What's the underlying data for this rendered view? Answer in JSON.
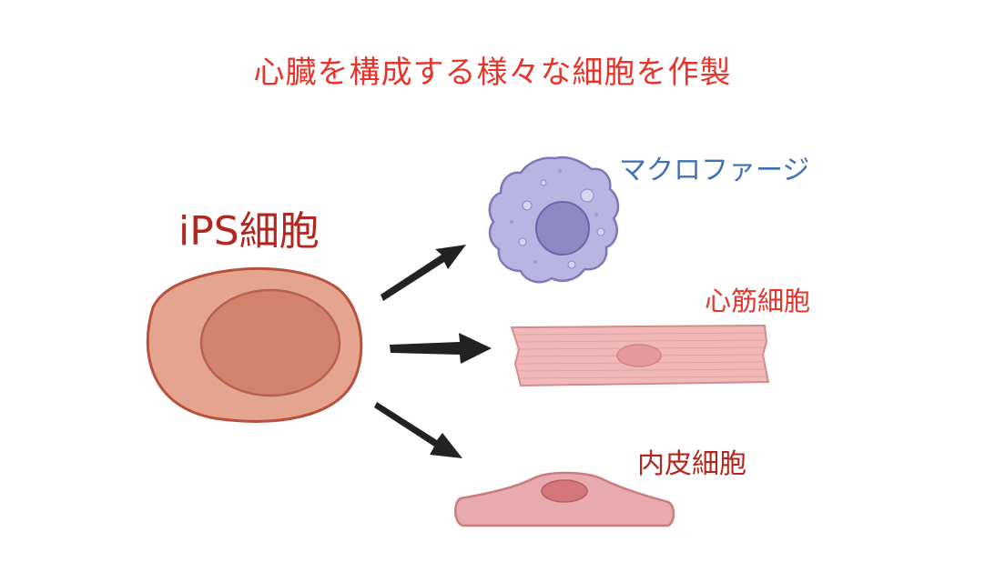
{
  "title": "心臓を構成する様々な細胞を作製",
  "source_cell": {
    "label": "iPS細胞"
  },
  "target_cells": [
    {
      "label": "マクロファージ"
    },
    {
      "label": "心筋細胞"
    },
    {
      "label": "内皮細胞"
    }
  ],
  "colors": {
    "title": "#e8332a",
    "ips_label": "#b3261e",
    "macrophage_label": "#3f6fb5",
    "cardiomyocyte_label": "#e8332a",
    "endothelial_label": "#b3261e",
    "arrow": "#222222"
  }
}
